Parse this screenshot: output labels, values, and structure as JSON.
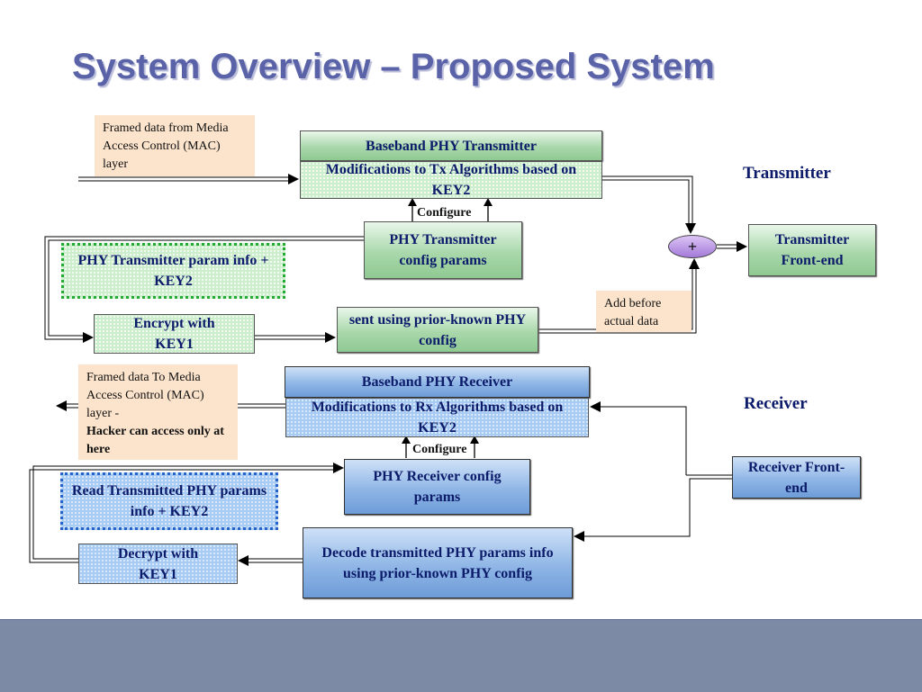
{
  "title": "System Overview – Proposed System",
  "transmitter": {
    "section_label": "Transmitter",
    "mac_note": "Framed data from Media Access Control (MAC) layer",
    "baseband": "Baseband PHY Transmitter",
    "modifications": "Modifications to Tx Algorithms based on KEY2",
    "configure": "Configure",
    "config_params": "PHY Transmitter config params",
    "param_info": "PHY Transmitter param info + KEY2",
    "encrypt": "Encrypt with KEY1",
    "sent": "sent using prior-known PHY config",
    "add_note": "Add before actual data",
    "plus": "+",
    "front_end": "Transmitter Front-end"
  },
  "receiver": {
    "section_label": "Receiver",
    "mac_note": "Framed data To Media Access Control (MAC) layer -",
    "mac_note_bold": "Hacker can access only at here",
    "baseband": "Baseband PHY Receiver",
    "modifications": "Modifications to Rx Algorithms based on KEY2",
    "configure": "Configure",
    "config_params": "PHY Receiver config params",
    "read_info": "Read Transmitted PHY params info + KEY2",
    "decrypt": "Decrypt with KEY1",
    "decode": "Decode transmitted PHY params info using prior-known PHY config",
    "front_end": "Receiver Front-end"
  },
  "colors": {
    "title": "#5a62a8",
    "box_text": "#0c1b6a",
    "green_box": "#a9d8ab",
    "blue_box": "#8fb6e6",
    "note_fill": "#fce4cc",
    "footer": "#7c8aa6",
    "adder": "#b48be0"
  }
}
